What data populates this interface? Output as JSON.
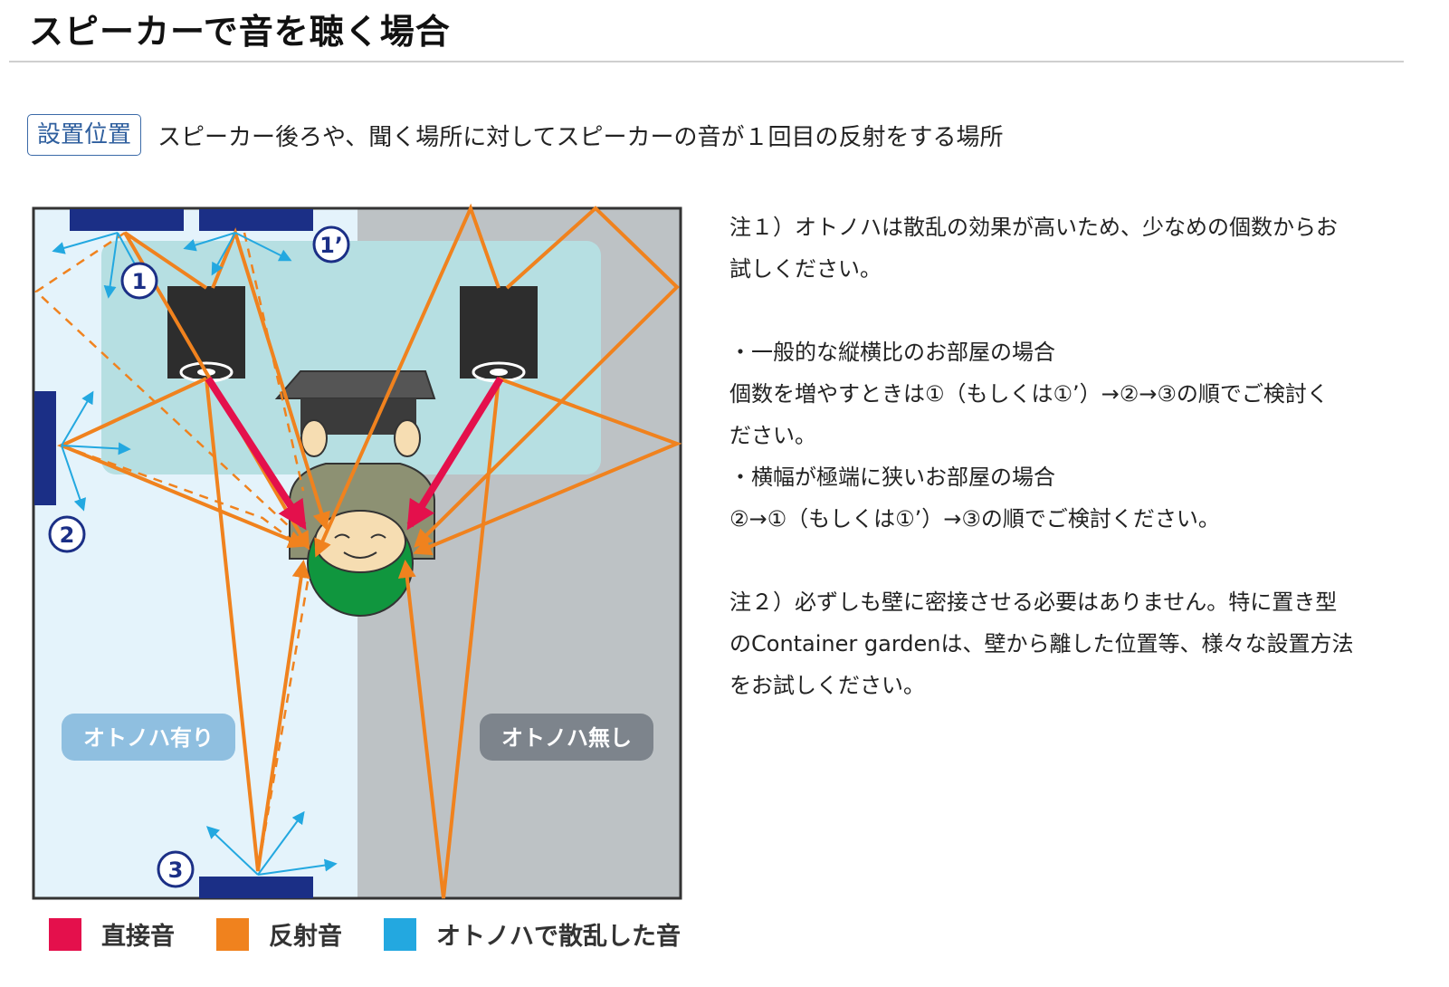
{
  "header": {
    "title": "スピーカーで音を聴く場合"
  },
  "placement": {
    "tag": "設置位置",
    "description": "スピーカー後ろや、聞く場所に対してスピーカーの音が１回目の反射をする場所"
  },
  "diagram": {
    "markers": [
      "1",
      "1’",
      "2",
      "3"
    ],
    "zone_with": "オトノハ有り",
    "zone_without": "オトノハ無し"
  },
  "legend": [
    {
      "label": "直接音",
      "color": "#e4104c"
    },
    {
      "label": "反射音",
      "color": "#f0821e"
    },
    {
      "label": "オトノハで散乱した音",
      "color": "#23a8e0"
    }
  ],
  "notes": {
    "note1_line1": "注１）オトノハは散乱の効果が高いため、少なめの個数からお",
    "note1_line2": "試しください。",
    "bullet1_title": "・一般的な縦横比のお部屋の場合",
    "bullet1_line1": "個数を増やすときは①（もしくは①’）→②→③の順でご検討く",
    "bullet1_line2": "ださい。",
    "bullet2_title": "・横幅が極端に狭いお部屋の場合",
    "bullet2_line1": "②→①（もしくは①’）→③の順でご検討ください。",
    "note2_line1": "注２）必ずしも壁に密接させる必要はありません。特に置き型",
    "note2_line2": "のContainer gardenは、壁から離した位置等、様々な設置方法",
    "note2_line3": "をお試しください。"
  },
  "colors": {
    "panel": "#1b2f86",
    "room_left": "#e4f3fb",
    "room_right": "#bdc2c5",
    "rug": "#b6dfe2",
    "speaker": "#2d2d2d"
  }
}
